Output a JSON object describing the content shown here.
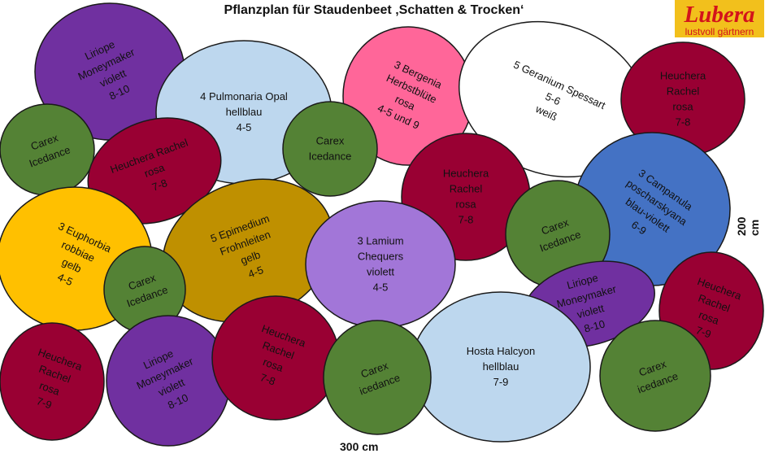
{
  "title": "Pflanzplan für Staudenbeet ‚Schatten & Trocken‘",
  "logo": {
    "brand": "Lubera",
    "tagline": "lustvoll gärtnern"
  },
  "dimensions": {
    "width": "300 cm",
    "height": "200 cm"
  },
  "colors": {
    "violett": "#7030a0",
    "hellblau": "#bdd7ee",
    "rosa_pink": "#ff6699",
    "weiss": "#ffffff",
    "heuchera": "#990033",
    "carex": "#548235",
    "gelb": "#ffc000",
    "epimedium": "#bf9000",
    "lamium": "#a276d8",
    "campanula": "#4472c4"
  },
  "plants": [
    {
      "lines": [
        "Liriope",
        "Moneymaker",
        "violett",
        "8-10"
      ]
    },
    {
      "lines": [
        "4 Pulmonaria Opal",
        "hellblau",
        "4-5"
      ]
    },
    {
      "lines": [
        "3 Bergenia",
        "Herbstblüte",
        "rosa",
        "4-5 und 9"
      ]
    },
    {
      "lines": [
        "5 Geranium Spessart",
        "5-6",
        "weiß"
      ]
    },
    {
      "lines": [
        "Heuchera",
        "Rachel",
        "rosa",
        "7-8"
      ]
    },
    {
      "lines": [
        "Carex",
        "Icedance"
      ]
    },
    {
      "lines": [
        "Heuchera Rachel",
        "rosa",
        "7-8"
      ]
    },
    {
      "lines": [
        "Carex",
        "Icedance"
      ]
    },
    {
      "lines": [
        "Heuchera",
        "Rachel",
        "rosa",
        "7-8"
      ]
    },
    {
      "lines": [
        "3 Campanula",
        "poscharskyana",
        "blau-violett",
        "6-9"
      ]
    },
    {
      "lines": [
        "3 Euphorbia",
        "robbiae",
        "gelb",
        "4-5"
      ]
    },
    {
      "lines": [
        "5 Epimedium",
        "Frohnleiten",
        "gelb",
        "4-5"
      ]
    },
    {
      "lines": [
        "3 Lamium",
        "Chequers",
        "violett",
        "4-5"
      ]
    },
    {
      "lines": [
        "Carex",
        "Icedance"
      ]
    },
    {
      "lines": [
        "Carex",
        "Icedance"
      ]
    },
    {
      "lines": [
        "Liriope",
        "Moneymaker",
        "violett",
        "8-10"
      ]
    },
    {
      "lines": [
        "Heuchera",
        "Rachel",
        "rosa",
        "7-9"
      ]
    },
    {
      "lines": [
        "Hosta Halcyon",
        "hellblau",
        "7-9"
      ]
    },
    {
      "lines": [
        "Heuchera",
        "Rachel",
        "rosa",
        "7-9"
      ]
    },
    {
      "lines": [
        "Liriope",
        "Moneymaker",
        "violett",
        "8-10"
      ]
    },
    {
      "lines": [
        "Heuchera",
        "Rachel",
        "rosa",
        "7-8"
      ]
    },
    {
      "lines": [
        "Carex",
        "icedance"
      ]
    },
    {
      "lines": [
        "Carex",
        "icedance"
      ]
    }
  ]
}
